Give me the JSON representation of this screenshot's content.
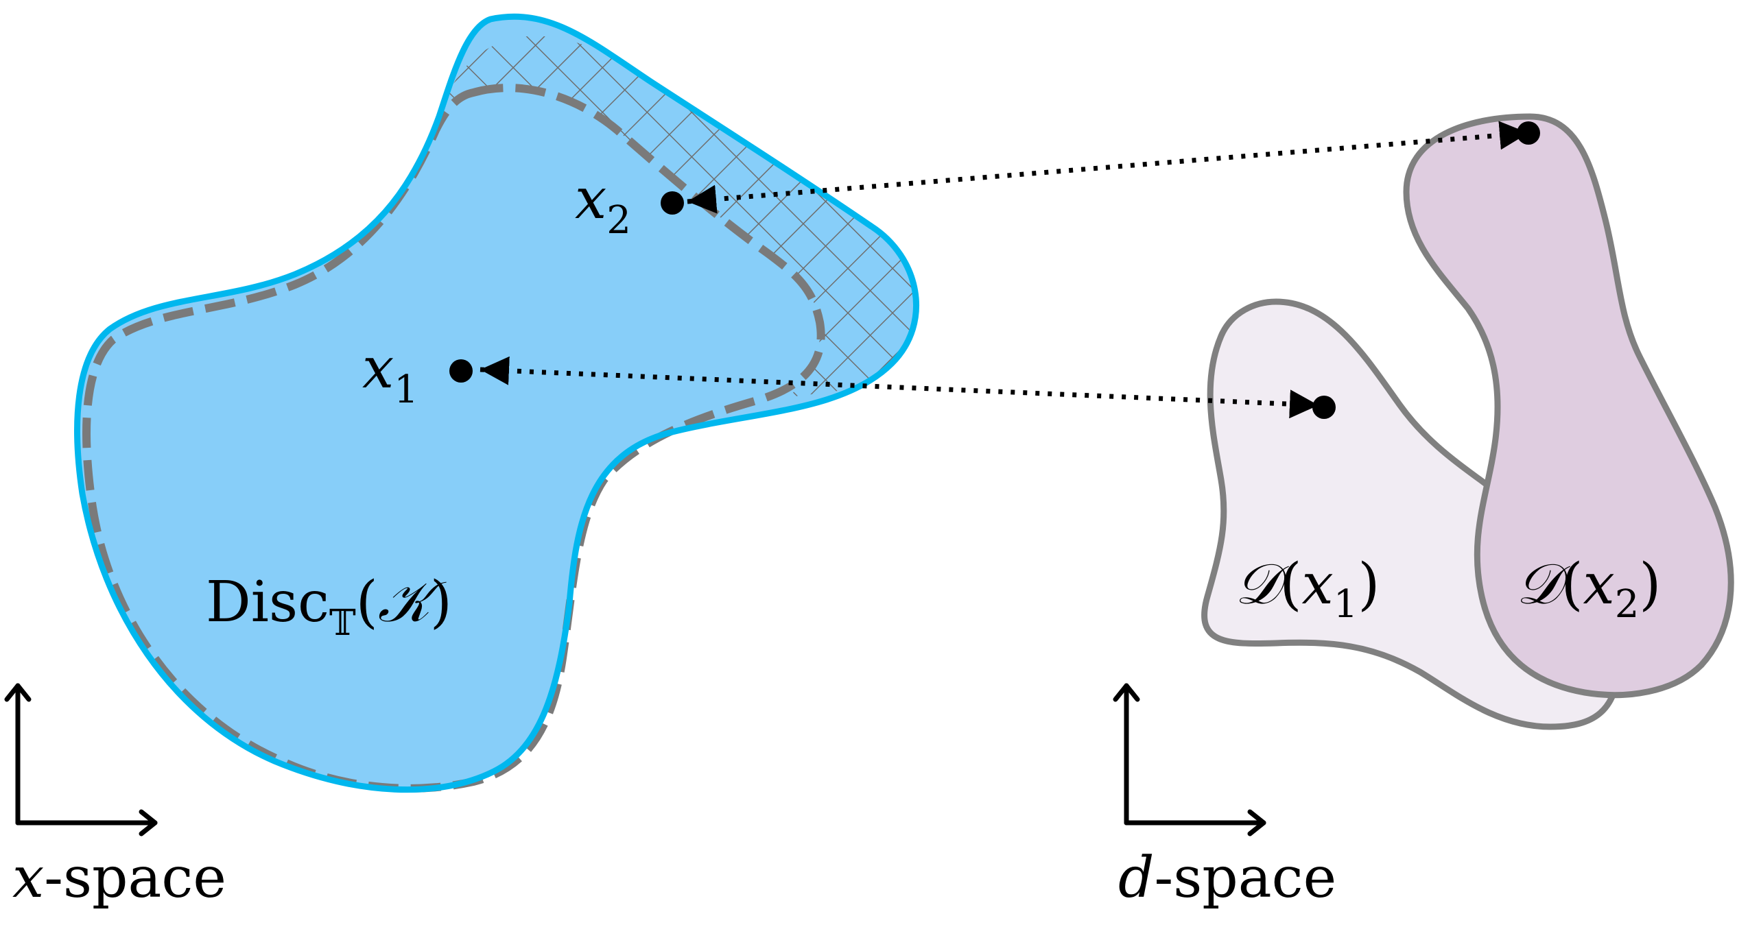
{
  "labels": {
    "x1": "x",
    "x1_sub": "1",
    "x2": "x",
    "x2_sub": "2",
    "disc_name": "Disc",
    "disc_sub": "𝕋",
    "disc_open": "(",
    "disc_arg": "𝒦",
    "disc_close": ")",
    "d_x1_set": "𝒟",
    "d_x1_open": "(",
    "d_x1_var": "x",
    "d_x1_sub": "1",
    "d_x1_close": ")",
    "d_x2_set": "𝒟",
    "d_x2_open": "(",
    "d_x2_var": "x",
    "d_x2_sub": "2",
    "d_x2_close": ")",
    "x_space_var": "x",
    "x_space_text": "-space",
    "d_space_var": "d",
    "d_space_text": "-space"
  },
  "colors": {
    "region_fill": "#87CEF9",
    "region_outline": "#00B7EE",
    "dashed_outline": "#7A7A7A",
    "hatch": "#6E6E6E",
    "set1_fill": "#F1ECF3",
    "set2_fill": "#DFCDE0",
    "set_outline": "#808080",
    "ink": "#000000"
  }
}
